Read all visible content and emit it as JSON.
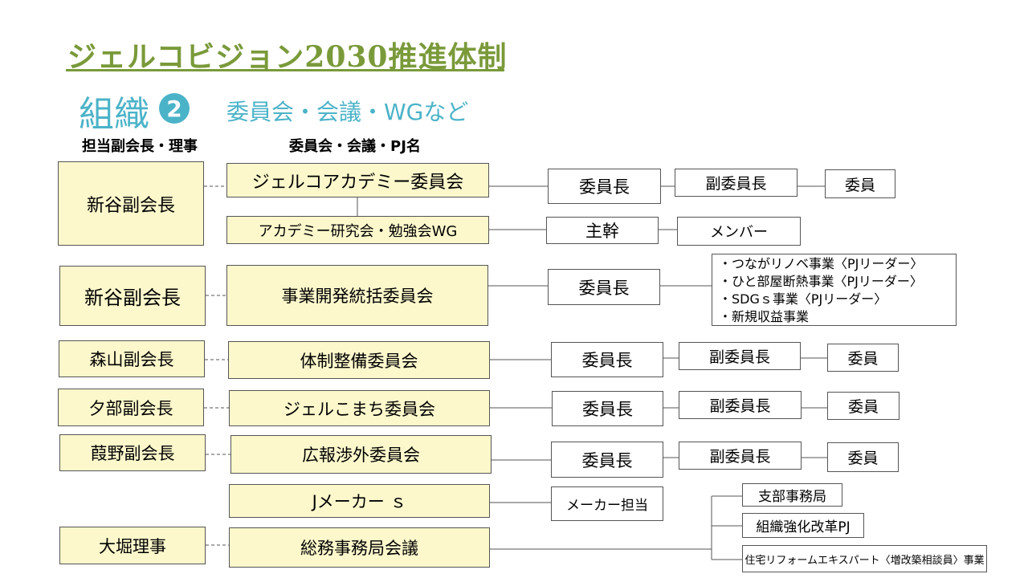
{
  "title": "ジェルコビジョン2030推進体制",
  "subtitle_main": "組織",
  "subtitle_number": "2",
  "subtitle_second": "委員会・会議・WGなど",
  "headers": {
    "officer": "担当副会長・理事",
    "committee": "委員会・会議・PJ名"
  },
  "officers": [
    "新谷副会長",
    "新谷副会長",
    "森山副会長",
    "夕部副会長",
    "葭野副会長",
    "大堀理事"
  ],
  "committees": [
    "ジェルコアカデミー委員会",
    "アカデミー研究会・勉強会WG",
    "事業開発統括委員会",
    "体制整備委員会",
    "ジェルこまち委員会",
    "広報渉外委員会",
    "Jメーカー ｓ",
    "総務事務局会議"
  ],
  "roles": {
    "chair": "委員長",
    "vice_chair": "副委員長",
    "member": "委員",
    "leader": "主幹",
    "members": "メンバー",
    "maker_liaison": "メーカー担当"
  },
  "projects": [
    "・つながリノベ事業〈PJリーダー〉",
    "・ひと部屋断熱事業〈PJリーダー〉",
    "・SDGｓ事業〈PJリーダー〉",
    "・新規収益事業"
  ],
  "secretariat_units": [
    "支部事務局",
    "組織強化改革PJ",
    "住宅リフォームエキスパート〈増改築相談員〉事業"
  ],
  "colors": {
    "title": "#7a9a3a",
    "subtitle": "#4bb3c8",
    "box_fill": "#fcf8cc",
    "border": "#555555"
  }
}
